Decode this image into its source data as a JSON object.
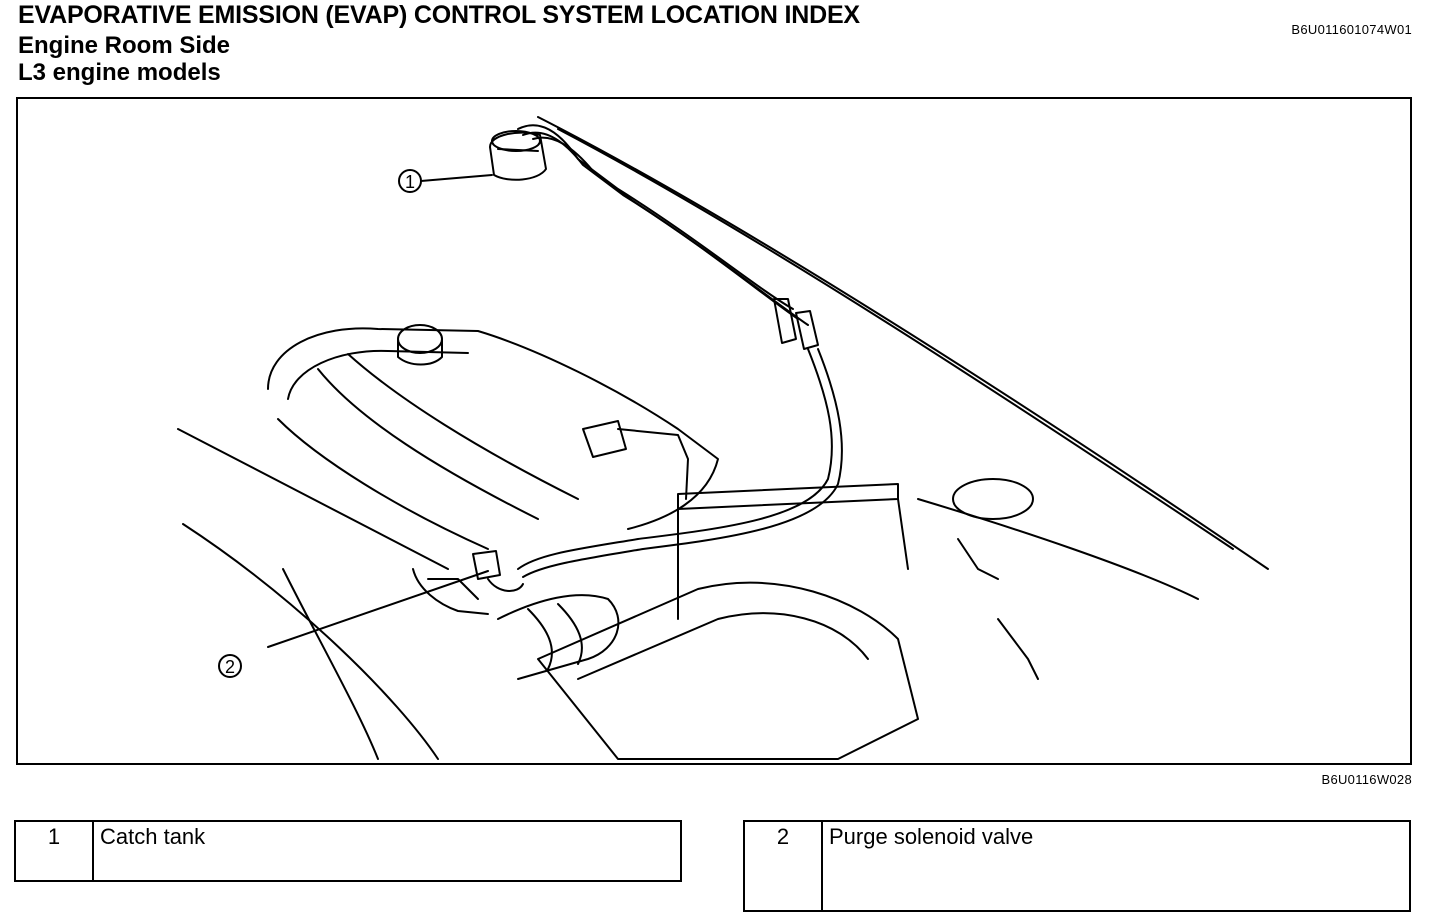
{
  "header": {
    "title": "EVAPORATIVE EMISSION (EVAP) CONTROL SYSTEM LOCATION INDEX",
    "subtitle1": "Engine Room Side",
    "subtitle2": "L3 engine models",
    "doc_id": "B6U011601074W01"
  },
  "figure": {
    "id": "B6U0116W028",
    "callouts": [
      "1",
      "2"
    ]
  },
  "legend": [
    {
      "num": "1",
      "label": "Catch tank"
    },
    {
      "num": "2",
      "label": "Purge solenoid valve"
    }
  ]
}
